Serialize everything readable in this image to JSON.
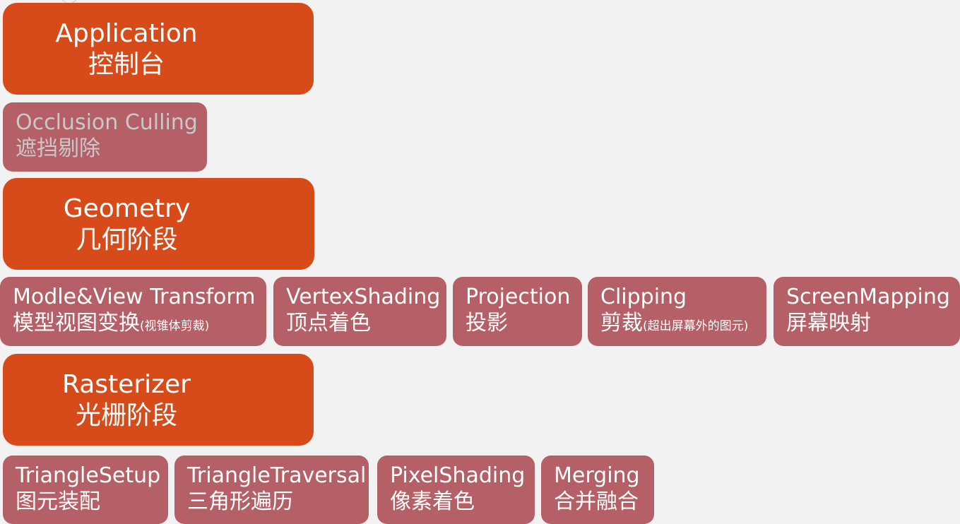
{
  "colors": {
    "stage_fill": "#d74b1a",
    "sub_fill": "#b55f66",
    "background": "#f2f2f2",
    "text": "#ffffff",
    "muted_text": "#c9c9c9"
  },
  "application": {
    "title": "Application",
    "subtitle": "控制台"
  },
  "occlusion": {
    "title": "Occlusion Culling",
    "subtitle": "遮挡剔除"
  },
  "geometry": {
    "title": "Geometry",
    "subtitle": "几何阶段"
  },
  "geometry_steps": [
    {
      "title": "Modle&View Transform",
      "subtitle": "模型视图变换",
      "note": "(视锥体剪裁)"
    },
    {
      "title": "VertexShading",
      "subtitle": "顶点着色",
      "note": ""
    },
    {
      "title": "Projection",
      "subtitle": "投影",
      "note": ""
    },
    {
      "title": "Clipping",
      "subtitle": "剪裁",
      "note": "(超出屏幕外的图元)"
    },
    {
      "title": "ScreenMapping",
      "subtitle": "屏幕映射",
      "note": ""
    }
  ],
  "rasterizer": {
    "title": "Rasterizer",
    "subtitle": "光栅阶段"
  },
  "rasterizer_steps": [
    {
      "title": "TriangleSetup",
      "subtitle": "图元装配"
    },
    {
      "title": "TriangleTraversal",
      "subtitle": "三角形遍历"
    },
    {
      "title": "PixelShading",
      "subtitle": "像素着色"
    },
    {
      "title": "Merging",
      "subtitle": "合并融合"
    }
  ]
}
